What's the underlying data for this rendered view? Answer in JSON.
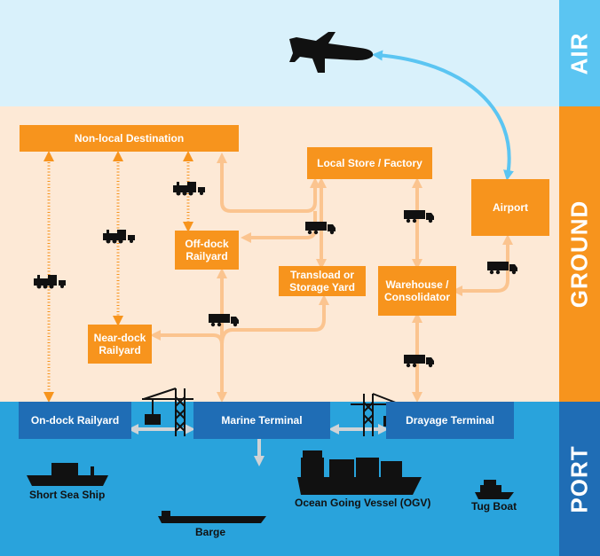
{
  "bands": {
    "air": {
      "label": "AIR",
      "color": "#5bc5f2"
    },
    "ground": {
      "label": "GROUND",
      "color": "#f7941d"
    },
    "port": {
      "label": "PORT",
      "color": "#1f6db5"
    }
  },
  "colors": {
    "air_bg": "#d9f1fb",
    "ground_bg": "#fde9d6",
    "port_bg": "#29a3dc",
    "node": "#f7941d",
    "flow_line": "#fbc48f",
    "port_node": "#1f6db5",
    "air_arrow": "#5bc5f2"
  },
  "nodes": {
    "non_local": "Non-local Destination",
    "local_store": "Local Store / Factory",
    "airport": "Airport",
    "off_dock": "Off-dock Railyard",
    "transload": "Transload or Storage Yard",
    "warehouse": "Warehouse / Consolidator",
    "near_dock": "Near-dock Railyard"
  },
  "terminals": {
    "on_dock": "On-dock Railyard",
    "marine": "Marine Terminal",
    "drayage": "Drayage Terminal"
  },
  "vessels": {
    "short_sea": "Short Sea Ship",
    "ogv": "Ocean Going Vessel (OGV)",
    "tug": "Tug Boat",
    "barge": "Barge"
  },
  "icons": [
    "airplane-icon",
    "train-icon",
    "truck-icon",
    "crane-icon",
    "ship-icon",
    "barge-icon",
    "tug-icon"
  ]
}
